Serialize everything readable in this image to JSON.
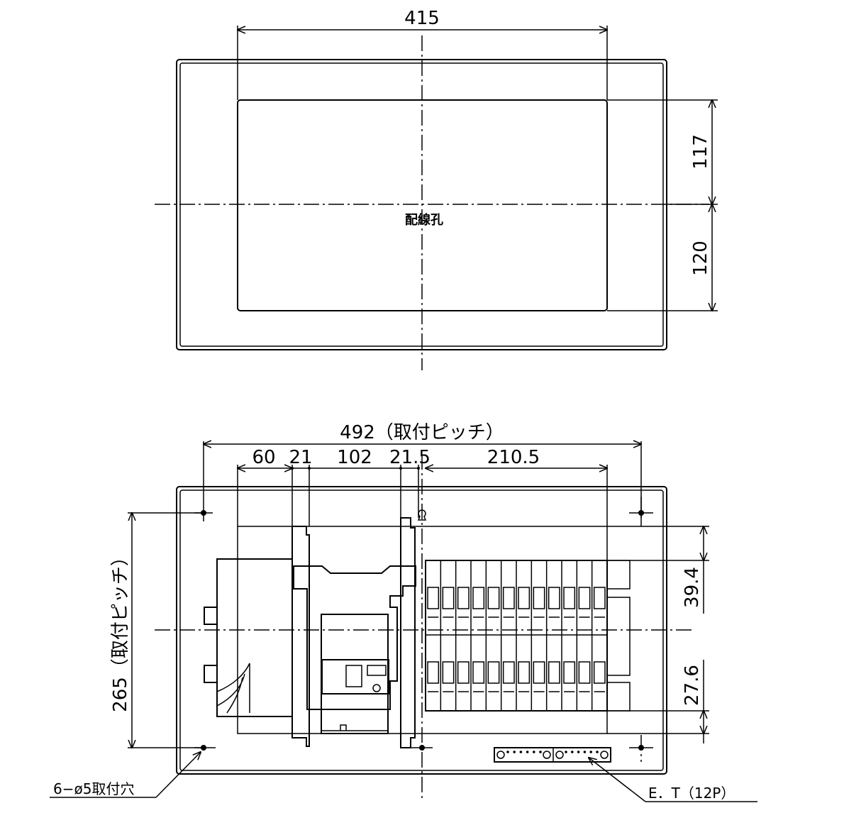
{
  "top_view": {
    "width_dim": "415",
    "upper_height_dim": "117",
    "lower_height_dim": "120",
    "hole_label": "配線孔"
  },
  "front_view": {
    "pitch_width_dim": "492（取付ピッチ）",
    "seg_60": "60",
    "seg_21": "21",
    "seg_102": "102",
    "seg_215": "21.5",
    "seg_2105": "210.5",
    "pitch_height_dim": "265（取付ピッチ）",
    "dim_394": "39.4",
    "dim_276": "27.6",
    "holes_label": "6−ø5取付穴",
    "et_label": "E．T（12P）"
  }
}
